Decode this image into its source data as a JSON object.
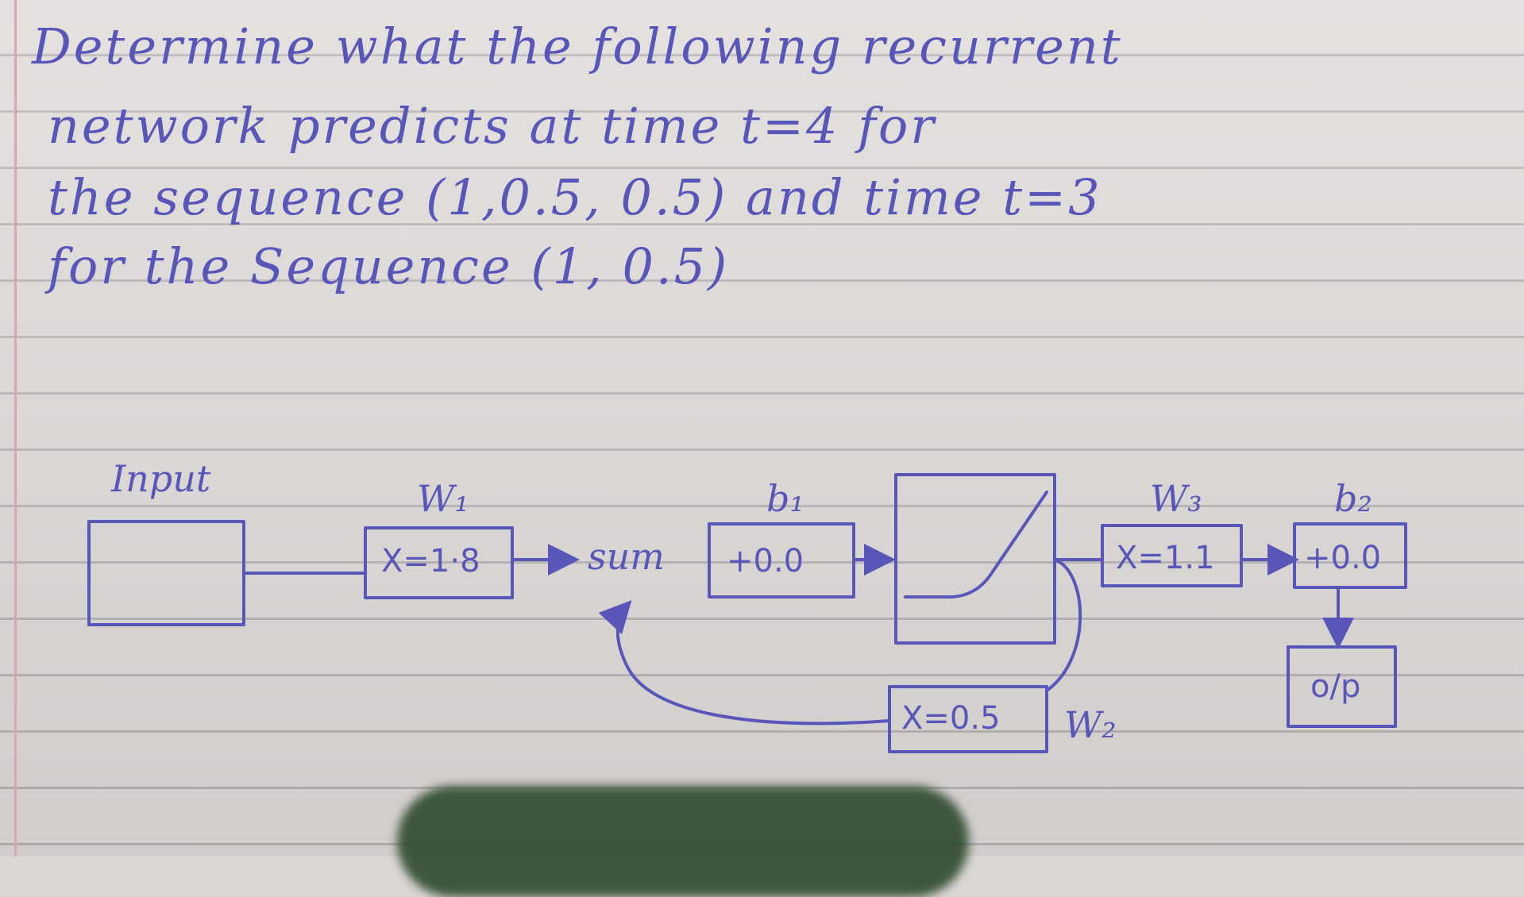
{
  "question": {
    "lines": [
      "Determine what the following recurrent",
      "network predicts at time t=4 for",
      "the sequence (1,0.5, 0.5) and time t=3",
      "for the Sequence (1, 0.5)"
    ]
  },
  "diagram": {
    "input_label": "Input",
    "w1_label": "W₁",
    "w1_value": "X=1·8",
    "sum_label": "sum",
    "b1_label": "b₁",
    "b1_value": "+0.0",
    "w3_label": "W₃",
    "w3_value": "X=1.1",
    "b2_label": "b₂",
    "b2_value": "+0.0",
    "output_label": "o/p",
    "w2_value": "X=0.5",
    "w2_label": "W₂"
  },
  "colors": {
    "ink": "#5856b8",
    "paper": "#dedad8",
    "rule_line": "#b9b3b6",
    "margin_line": "#d2a9ad"
  }
}
